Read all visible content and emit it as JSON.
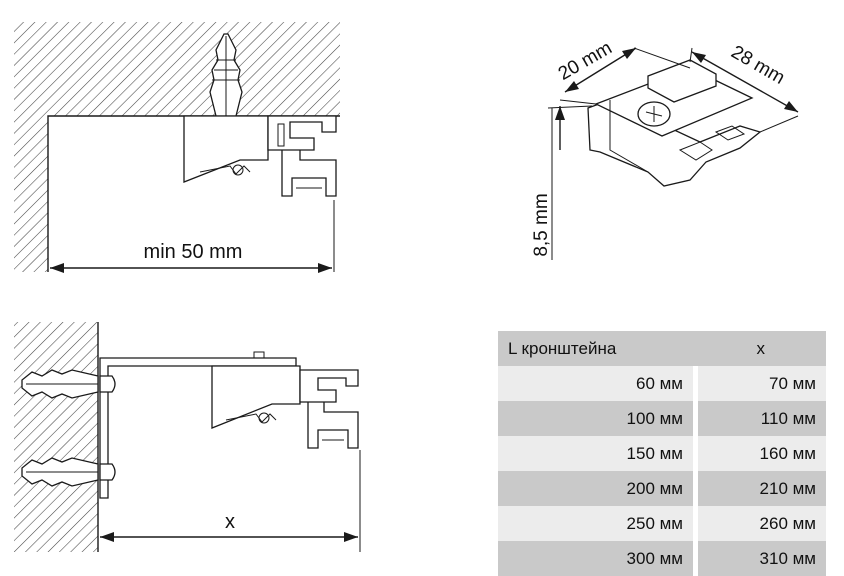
{
  "top_left": {
    "dimension_label": "min 50 mm"
  },
  "top_right": {
    "depth_label": "20 mm",
    "width_label": "28 mm",
    "height_label": "8,5 mm"
  },
  "bottom_left": {
    "dimension_label": "x"
  },
  "table": {
    "headers": [
      "L  кронштейна",
      "x"
    ],
    "rows": [
      [
        "60 мм",
        "70 мм"
      ],
      [
        "100 мм",
        "110 мм"
      ],
      [
        "150 мм",
        "160 мм"
      ],
      [
        "200 мм",
        "210 мм"
      ],
      [
        "250 мм",
        "260 мм"
      ],
      [
        "300 мм",
        "310 мм"
      ]
    ]
  }
}
